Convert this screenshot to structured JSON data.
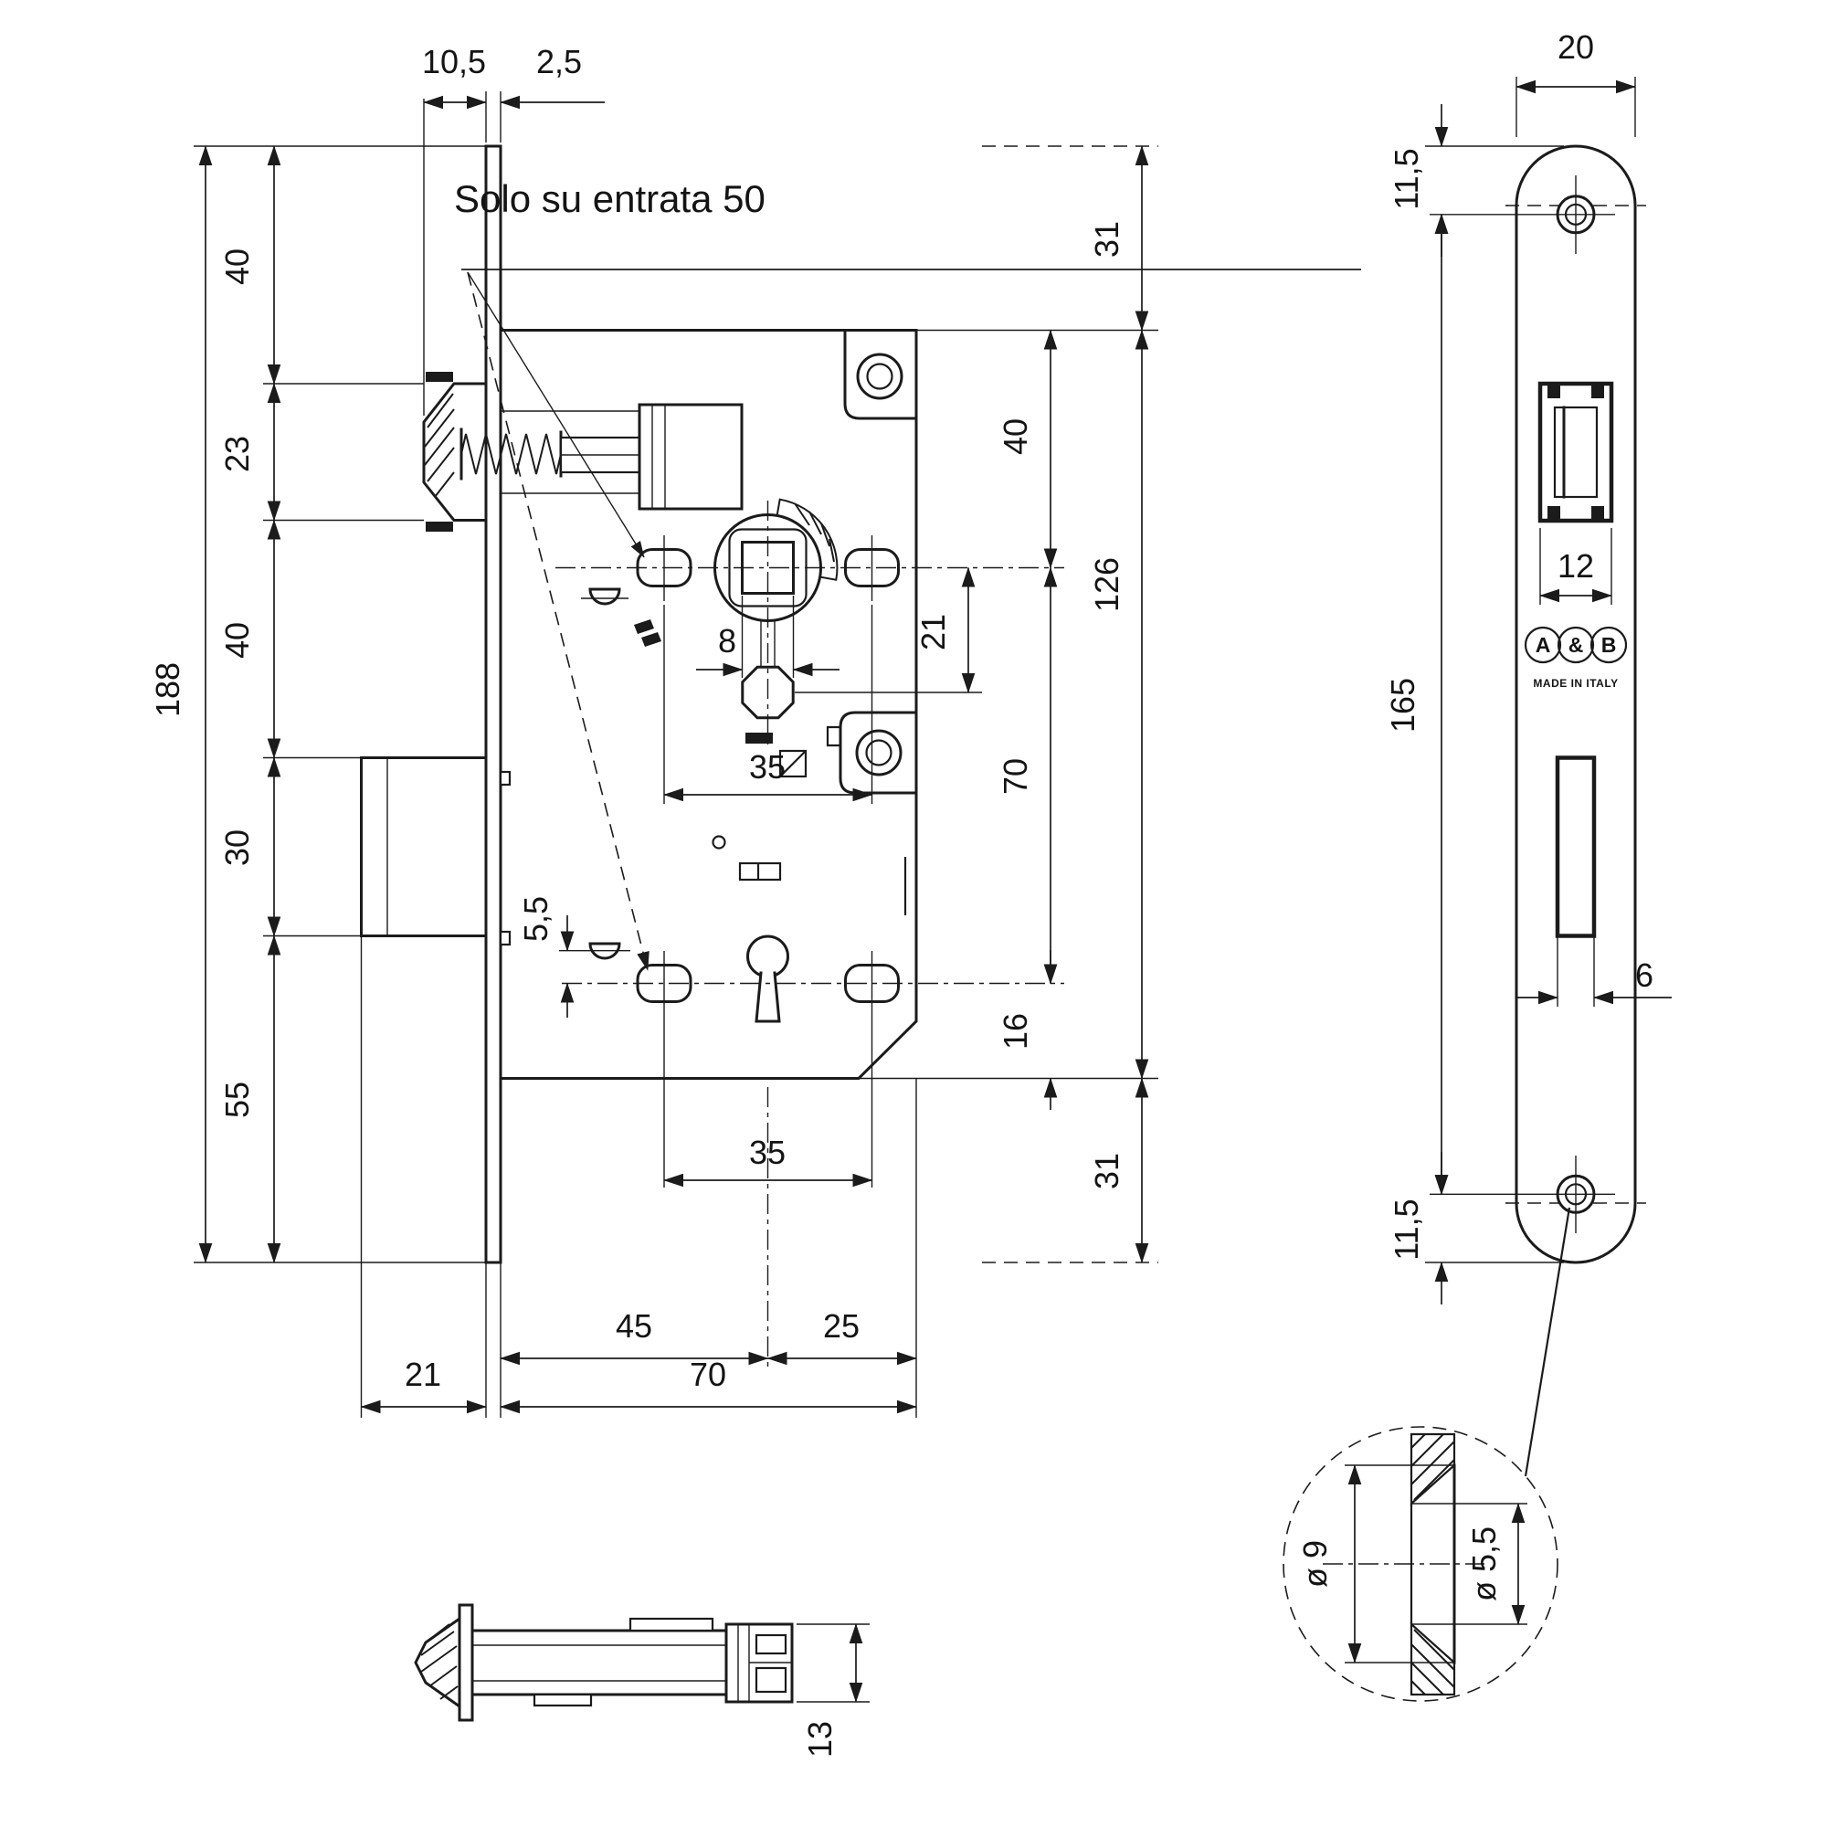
{
  "drawing": {
    "note": "Solo su entrata 50",
    "main_view": {
      "top": {
        "latch_protrusion": "10,5",
        "faceplate_thickness": "2,5"
      },
      "left": {
        "faceplate_height": "188",
        "top_to_latch": "40",
        "latch_height": "23",
        "latch_to_deadbolt": "40",
        "deadbolt_height": "30",
        "deadbolt_to_bottom": "55"
      },
      "right": {
        "plate_top_to_case": "31",
        "case_top_to_spindle": "40",
        "spindle_to_hub": "21",
        "case_height": "126",
        "spindle_to_keyhole": "70",
        "keyhole_to_case_bottom": "16",
        "case_bottom_to_plate": "31"
      },
      "center": {
        "spindle_square": "8",
        "upper_holes_span": "35",
        "aux_hole_offset": "5,5",
        "lower_holes_span": "35"
      },
      "bottom": {
        "backset": "45",
        "spindle_to_case_back": "25",
        "deadbolt_throw": "21",
        "case_depth": "70"
      }
    },
    "faceplate_view": {
      "plate_width": "20",
      "top_screw_offset": "11,5",
      "screw_centers_span": "165",
      "latch_cutout_width": "12",
      "deadbolt_slot_width": "6",
      "bottom_screw_offset": "11,5",
      "logo": {
        "letter_a": "A",
        "letter_amp": "&",
        "letter_b": "B",
        "caption": "MADE IN ITALY"
      }
    },
    "bottom_view": {
      "mechanism_thickness": "13"
    },
    "detail_view": {
      "countersink_diameter": "ø 9",
      "hole_diameter": "ø 5,5"
    }
  }
}
